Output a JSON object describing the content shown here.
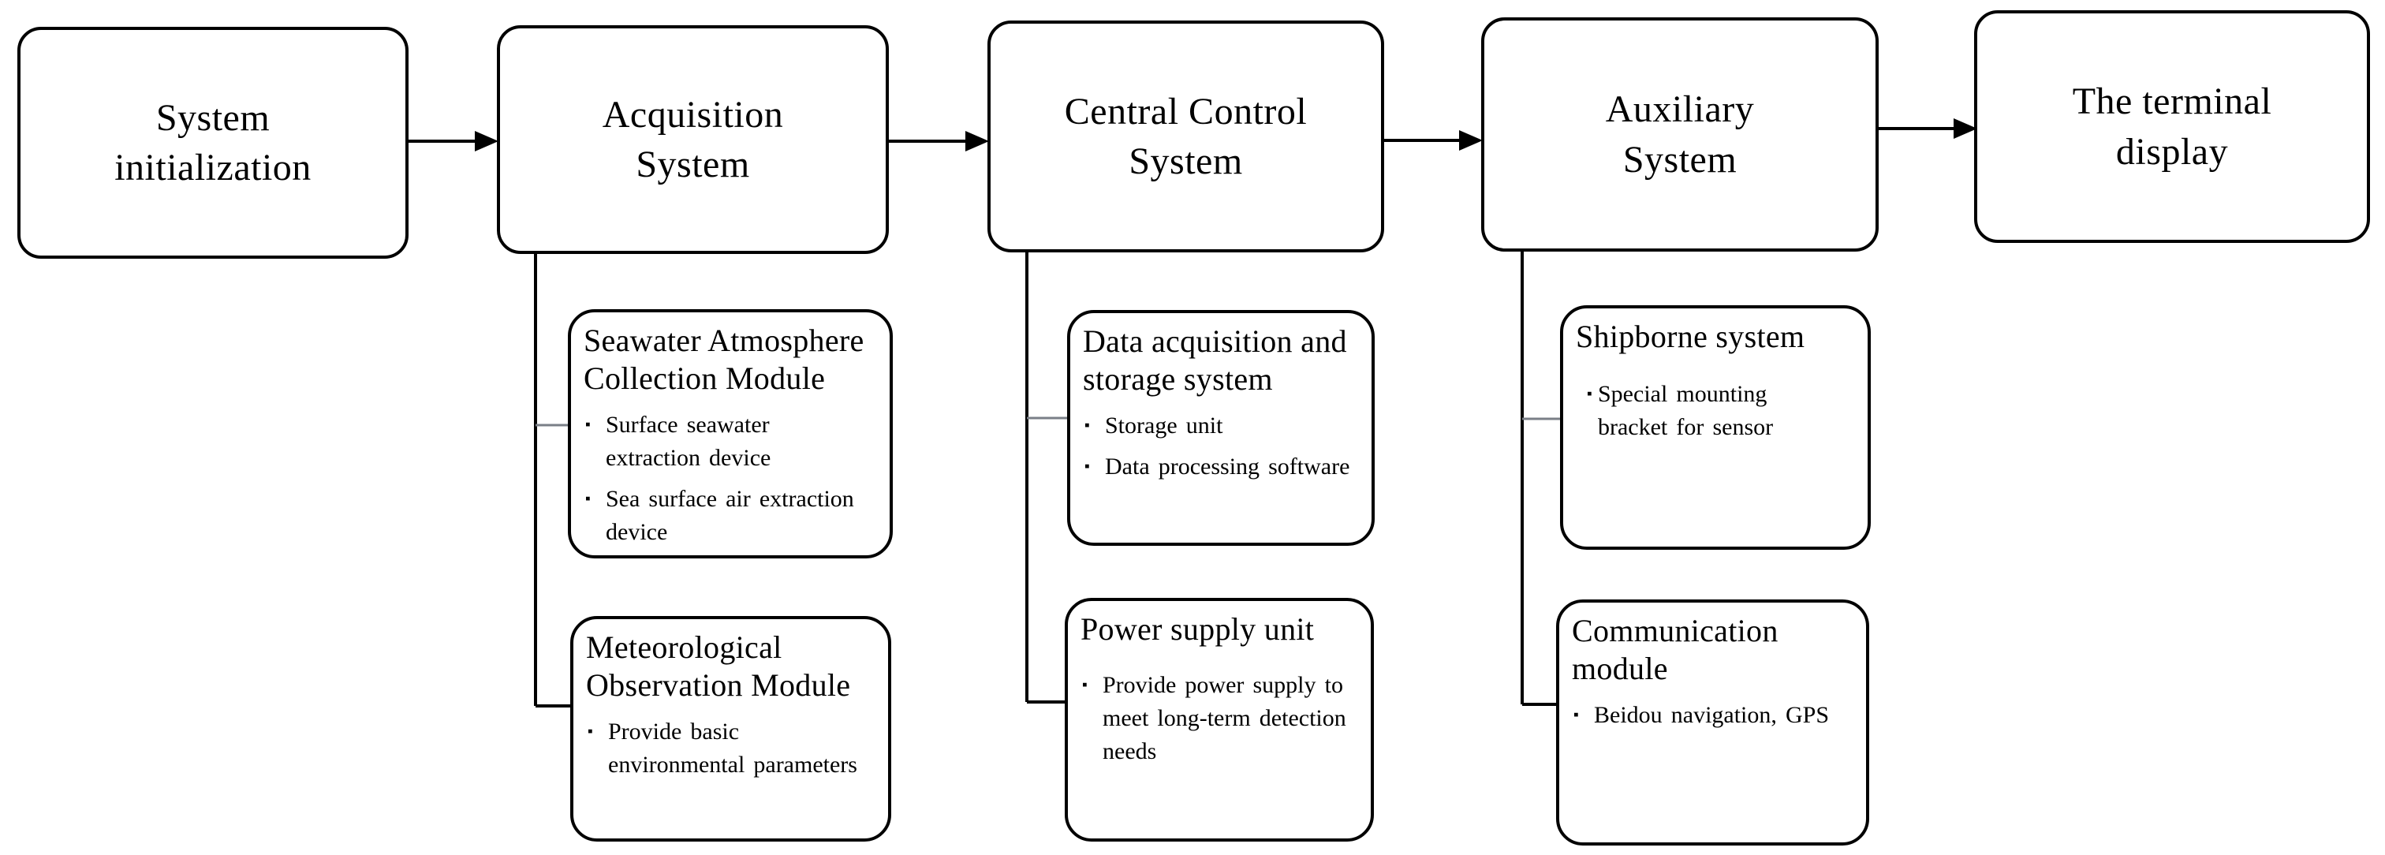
{
  "diagram": {
    "flow_nodes": [
      {
        "id": "system-initialization",
        "label": "System initialization"
      },
      {
        "id": "acquisition-system",
        "label": "Acquisition System"
      },
      {
        "id": "central-control-system",
        "label": "Central Control System"
      },
      {
        "id": "auxiliary-system",
        "label": "Auxiliary System"
      },
      {
        "id": "terminal-display",
        "label": "The terminal display"
      }
    ],
    "submodules": {
      "acquisition": [
        {
          "title": "Seawater Atmosphere Collection Module",
          "bullets": [
            "Surface seawater extraction device",
            "Sea surface air extraction device"
          ]
        },
        {
          "title": "Meteorological Observation Module",
          "bullets": [
            "Provide basic environmental parameters"
          ]
        }
      ],
      "central": [
        {
          "title": "Data acquisition and storage system",
          "bullets": [
            "Storage unit",
            "Data processing software"
          ]
        },
        {
          "title": "Power supply unit",
          "bullets": [
            "Provide power supply to meet long-term detection needs"
          ]
        }
      ],
      "auxiliary": [
        {
          "title": "Shipborne system",
          "bullets": [
            "Special mounting bracket for sensor"
          ]
        },
        {
          "title": "Communication module",
          "bullets": [
            "Beidou navigation, GPS"
          ]
        }
      ]
    },
    "icons": {
      "bullet": "▪"
    },
    "colors": {
      "line": "#000000",
      "branch_line": "#7a7f87",
      "text": "#000000",
      "background": "#ffffff"
    }
  }
}
